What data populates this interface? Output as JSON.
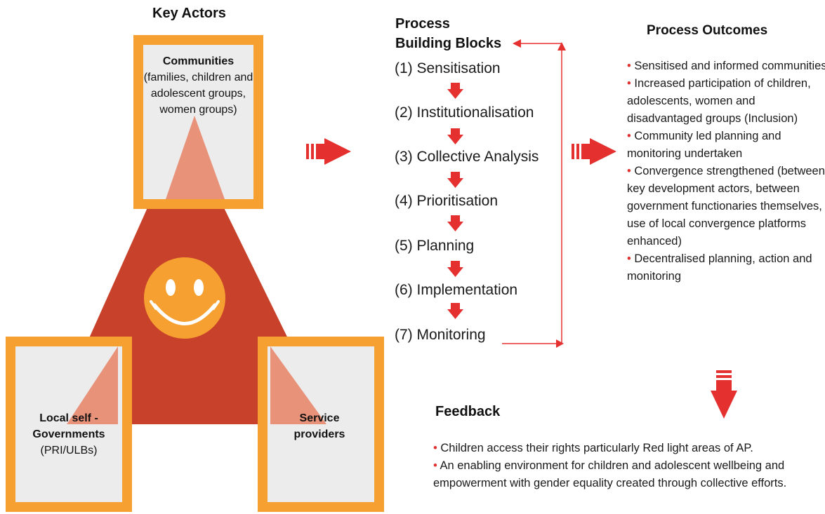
{
  "key_actors": {
    "heading": "Key Actors",
    "communities_title": "Communities",
    "communities_body": "(families, children and adolescent groups, women groups)",
    "local_title": "Local self - Governments",
    "local_body": "(PRI/ULBs)",
    "service_title": "Service providers"
  },
  "process": {
    "heading_line1": "Process",
    "heading_line2": "Building Blocks",
    "steps": [
      "(1) Sensitisation",
      "(2) Institutionalisation",
      "(3) Collective Analysis",
      "(4) Prioritisation",
      "(5) Planning",
      "(6) Implementation",
      "(7) Monitoring"
    ]
  },
  "outcomes": {
    "heading": "Process Outcomes",
    "bullet_char": "•",
    "items": [
      "Sensitised and informed communities",
      "Increased participation of children, adolescents, women and disadvantaged groups (Inclusion)",
      "Community led planning and monitoring undertaken",
      "Convergence strengthened (between key development actors, between government functionaries themselves, use of local convergence platforms enhanced)",
      "Decentralised planning, action and monitoring"
    ]
  },
  "feedback": {
    "heading": "Feedback",
    "items": [
      "Children access their rights particularly Red light areas of AP.",
      "An enabling environment for children and adolescent wellbeing and empowerment with gender equality created through collective efforts."
    ]
  },
  "colors": {
    "orange": "#f5a030",
    "triangle": "#c8412a",
    "triangle_light": "#e8927a",
    "arrow_red": "#e53030",
    "smiley": "#f5a030"
  }
}
